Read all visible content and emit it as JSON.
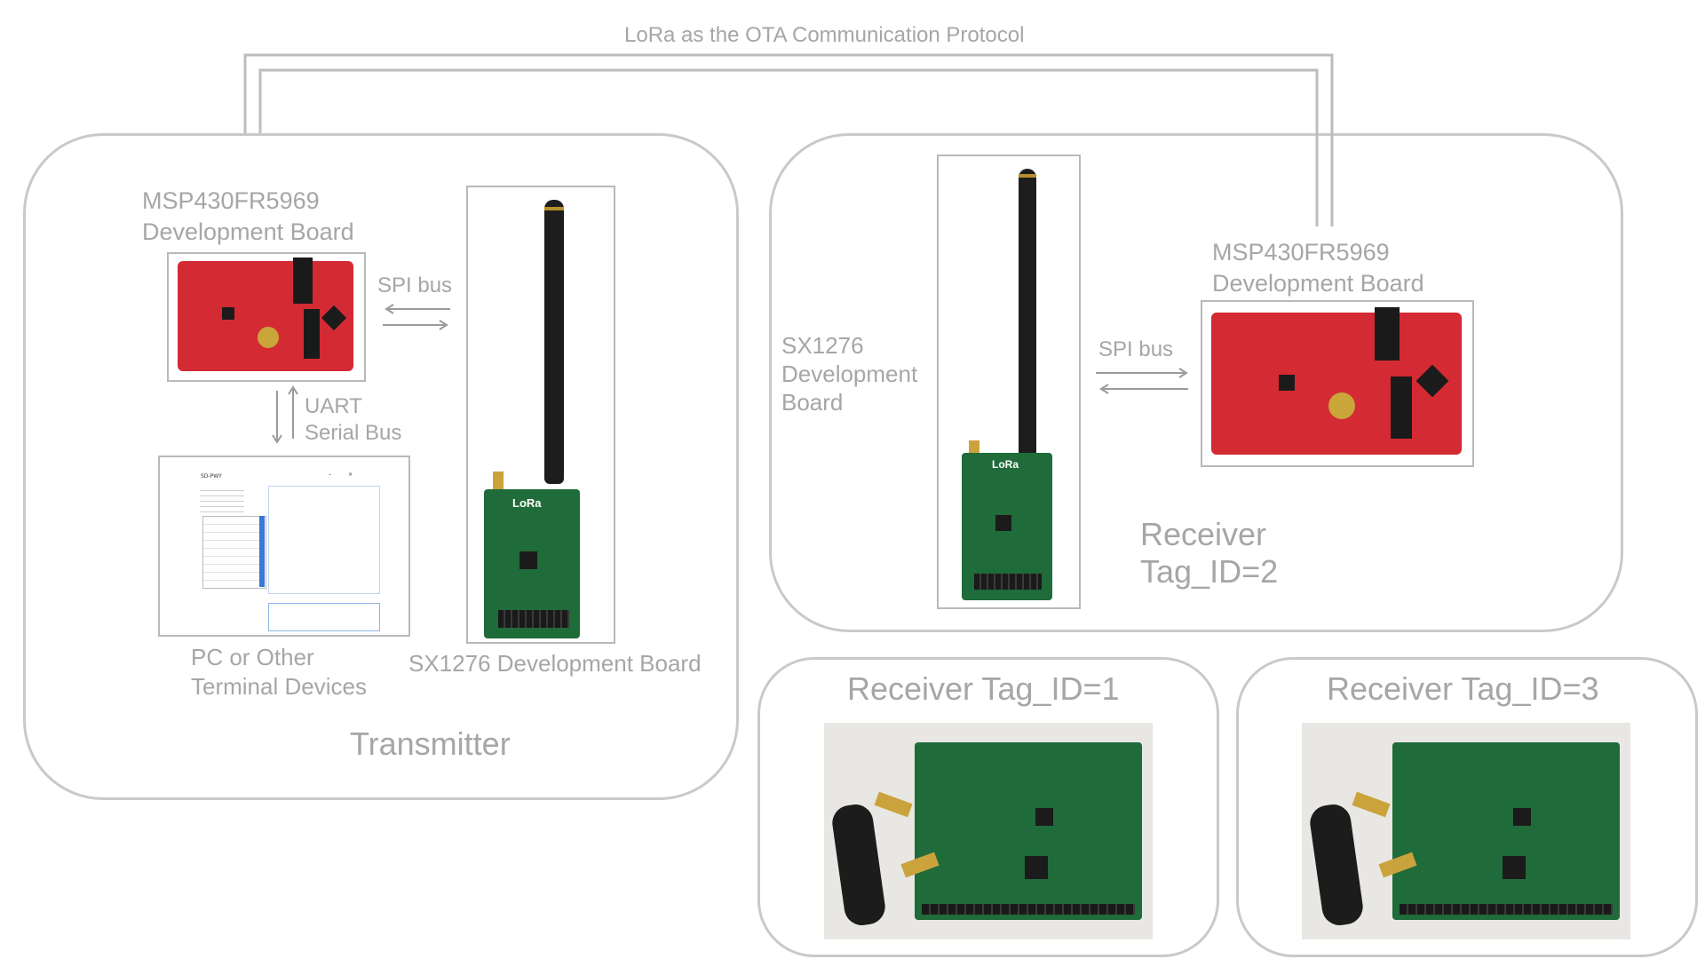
{
  "top_protocol": "LoRa as the OTA Communication Protocol",
  "transmitter": {
    "title": "Transmitter",
    "mcu_label": [
      "MSP430FR5969",
      "Development Board"
    ],
    "spi_label": "SPI bus",
    "uart_label": [
      "UART",
      "Serial Bus"
    ],
    "pc_label": [
      "PC or Other",
      "Terminal Devices"
    ],
    "radio_label": "SX1276 Development Board",
    "lora_chip_text": "LoRa"
  },
  "receiver2": {
    "title": [
      "Receiver",
      "Tag_ID=2"
    ],
    "mcu_label": [
      "MSP430FR5969",
      "Development Board"
    ],
    "spi_label": "SPI bus",
    "radio_label": [
      "SX1276",
      "Development",
      "Board"
    ],
    "lora_chip_text": "LoRa"
  },
  "receiver1": {
    "title": "Receiver Tag_ID=1"
  },
  "receiver3": {
    "title": "Receiver Tag_ID=3"
  },
  "colors": {
    "line": "#bdbdbd",
    "text": "#a6a6a6",
    "pcb_red": "#d42a33",
    "pcb_green": "#1f6b3a"
  }
}
